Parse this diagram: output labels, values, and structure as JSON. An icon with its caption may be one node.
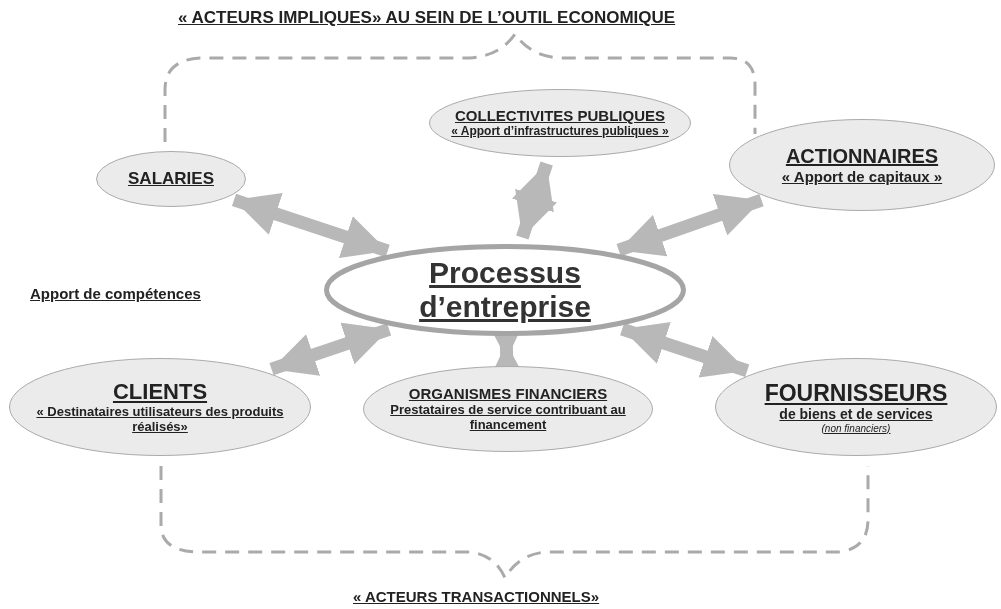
{
  "diagram": {
    "title": "« ACTEURS  IMPLIQUES» AU SEIN DE L’OUTIL ECONOMIQUE",
    "nodes": [
      {
        "text": [
          "SALARIES"
        ]
      },
      {
        "text": [
          "COLLECTIVITES PUBLIQUES",
          "« Apport d’infrastructures publiques »"
        ]
      },
      {
        "text": [
          "ACTIONNAIRES",
          "« Apport de capitaux »"
        ]
      },
      {
        "text": [
          "Processus d’entreprise"
        ]
      },
      {
        "text": [
          "CLIENTS",
          "« Destinataires utilisateurs des produits réalisés»"
        ]
      },
      {
        "text": [
          "ORGANISMES FINANCIERS",
          "Prestataires de service contribuant au financement"
        ]
      },
      {
        "text": [
          "FOURNISSEURS",
          "de biens et de services",
          "(non financiers)"
        ]
      }
    ],
    "edges": [
      {
        "from": 0,
        "to": 3,
        "arrow": "both"
      },
      {
        "from": 1,
        "to": 3,
        "arrow": "both"
      },
      {
        "from": 2,
        "to": 3,
        "arrow": "both"
      },
      {
        "from": 4,
        "to": 3,
        "arrow": "both"
      },
      {
        "from": 5,
        "to": 3,
        "arrow": "both"
      },
      {
        "from": 6,
        "to": 3,
        "arrow": "both"
      }
    ],
    "labels": [
      "Apport de compétences",
      "« ACTEURS TRANSACTIONNELS»"
    ]
  }
}
